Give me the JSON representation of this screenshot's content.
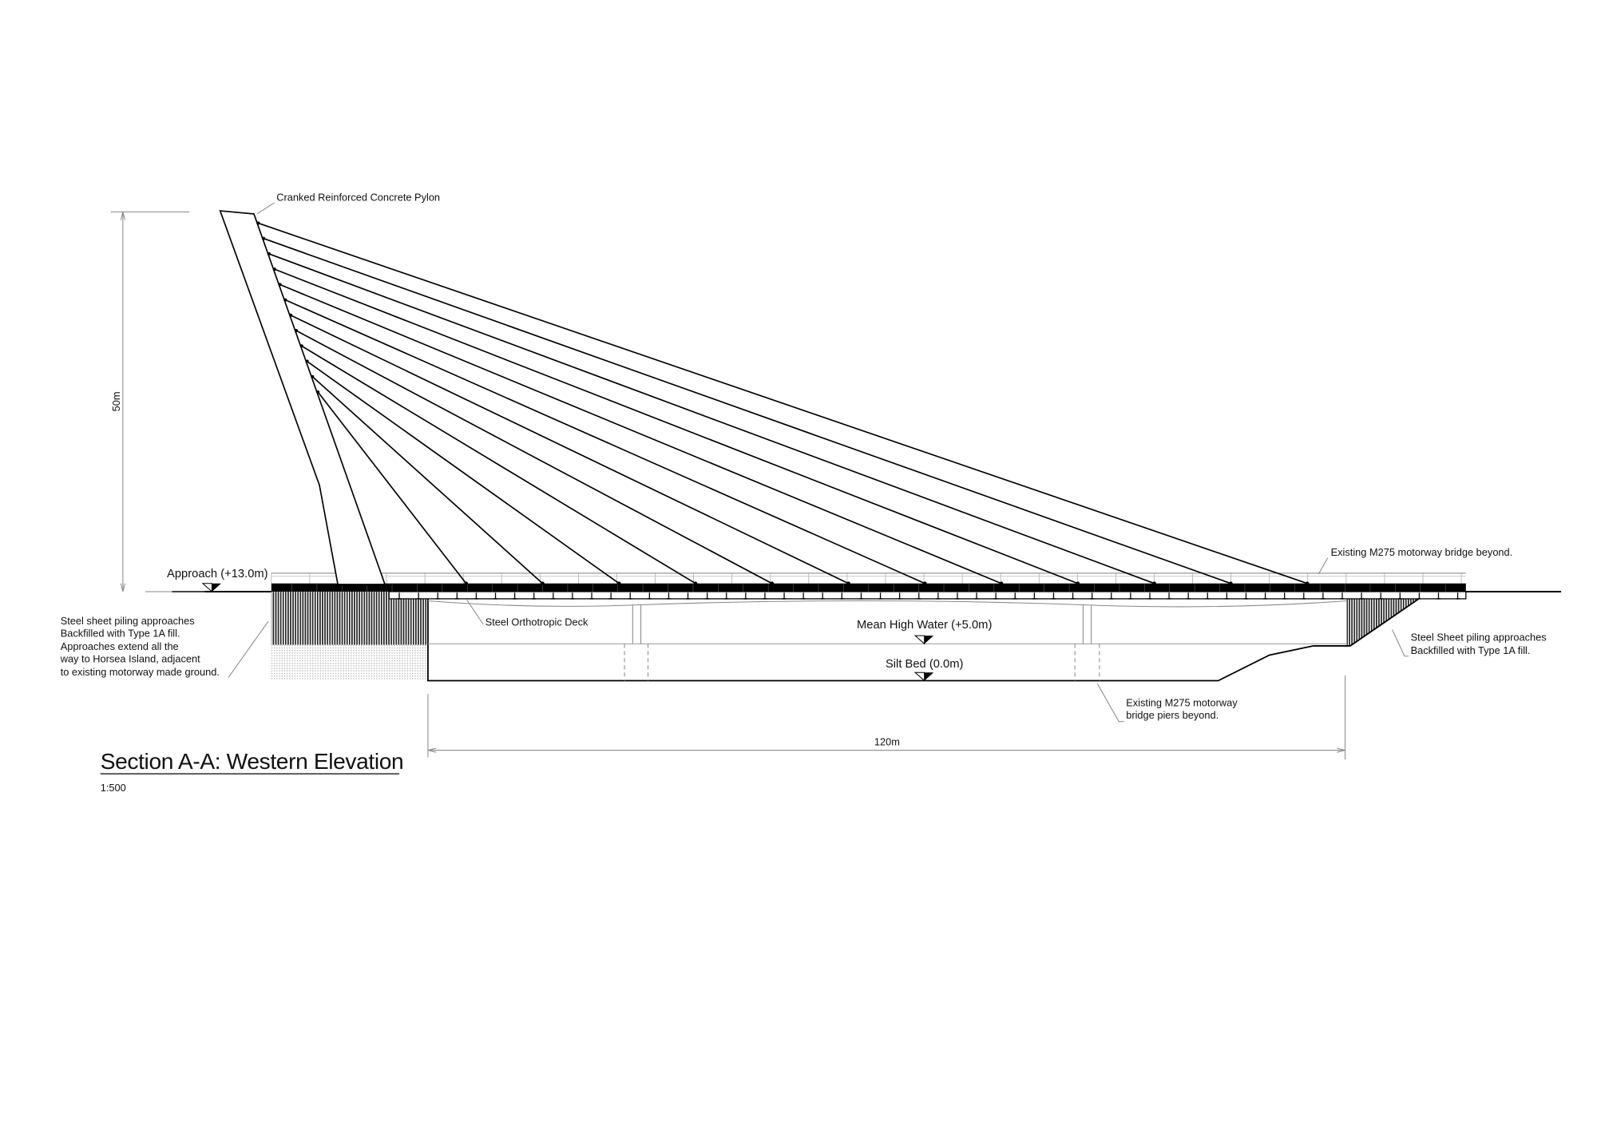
{
  "drawing": {
    "title": "Section A-A: Western Elevation",
    "scale": "1:500",
    "cable_count": 12,
    "dimensions": {
      "height": "50m",
      "span": "120m"
    },
    "levels": {
      "approach": "Approach (+13.0m)",
      "mean_high_water": "Mean High Water (+5.0m)",
      "silt_bed": "Silt Bed (0.0m)"
    },
    "annotations": {
      "pylon": "Cranked Reinforced Concrete Pylon",
      "deck": "Steel Orthotropic Deck",
      "existing_bridge": "Existing M275 motorway bridge beyond.",
      "right_piling": [
        "Steel Sheet piling approaches",
        "Backfilled with Type 1A fill."
      ],
      "existing_piers": [
        "Existing M275 motorway",
        "bridge piers beyond."
      ],
      "left_piling": [
        "Steel sheet piling approaches",
        "Backfilled with Type 1A fill.",
        "Approaches extend all the",
        "way to Horsea Island, adjacent",
        "to existing motorway made ground."
      ]
    }
  }
}
